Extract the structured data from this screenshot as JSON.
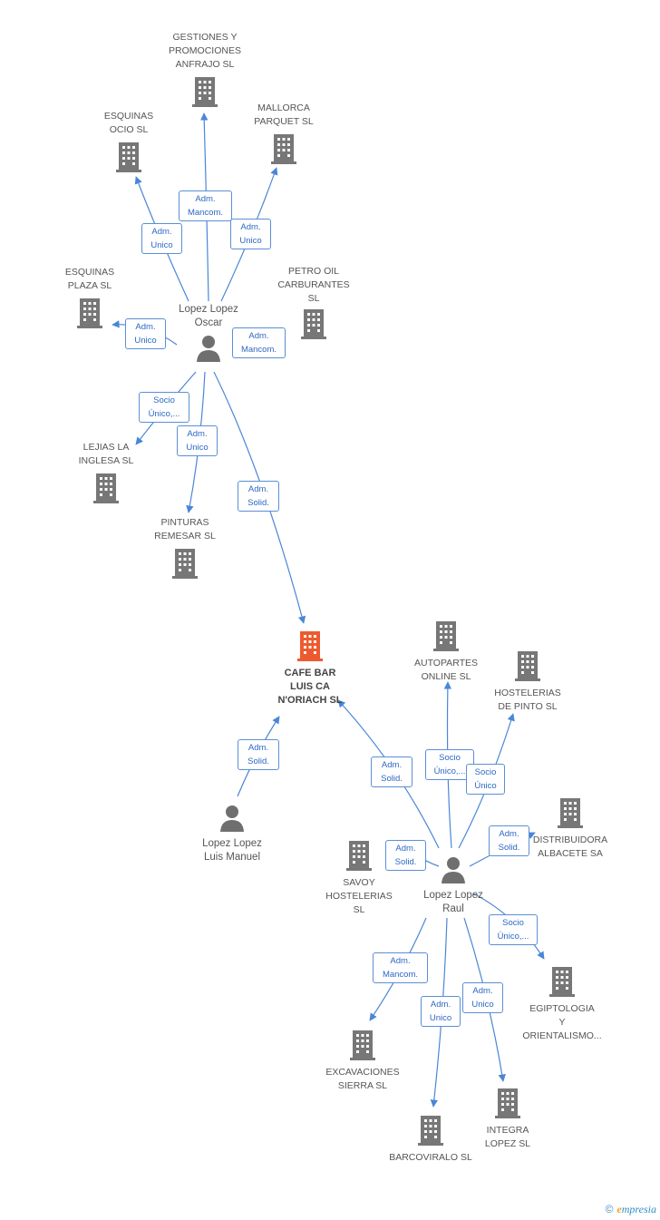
{
  "colors": {
    "edge": "#4a86d8",
    "company_icon": "#777777",
    "main_icon": "#ee5a2f",
    "person_icon": "#6f6f6f",
    "badge_border": "#5b8fd6",
    "badge_text": "#2d68c4"
  },
  "nodes": {
    "gestiones": {
      "lines": [
        "GESTIONES Y",
        "PROMOCIONES",
        "ANFRAJO SL"
      ]
    },
    "esquinas_ocio": {
      "lines": [
        "ESQUINAS",
        "OCIO SL"
      ]
    },
    "mallorca": {
      "lines": [
        "MALLORCA",
        "PARQUET SL"
      ]
    },
    "esquinas_plaza": {
      "lines": [
        "ESQUINAS",
        "PLAZA SL"
      ]
    },
    "petro": {
      "lines": [
        "PETRO OIL",
        "CARBURANTES",
        "SL"
      ]
    },
    "lopez_oscar": {
      "lines": [
        "Lopez Lopez",
        "Oscar"
      ]
    },
    "lejias": {
      "lines": [
        "LEJIAS LA",
        "INGLESA  SL"
      ]
    },
    "pinturas": {
      "lines": [
        "PINTURAS",
        "REMESAR SL"
      ]
    },
    "cafe_bar": {
      "lines": [
        "CAFE BAR",
        "LUIS CA",
        "N'ORIACH SL"
      ]
    },
    "autopartes": {
      "lines": [
        "AUTOPARTES",
        "ONLINE  SL"
      ]
    },
    "hostelerias_pinto": {
      "lines": [
        "HOSTELERIAS",
        "DE PINTO SL"
      ]
    },
    "lopez_luis": {
      "lines": [
        "Lopez Lopez",
        "Luis Manuel"
      ]
    },
    "distribuidora": {
      "lines": [
        "DISTRIBUIDORA",
        "ALBACETE SA"
      ]
    },
    "savoy": {
      "lines": [
        "SAVOY",
        "HOSTELERIAS",
        "SL"
      ]
    },
    "lopez_raul": {
      "lines": [
        "Lopez Lopez",
        "Raul"
      ]
    },
    "egiptologia": {
      "lines": [
        "EGIPTOLOGIA",
        "Y",
        "ORIENTALISMO..."
      ]
    },
    "excavaciones": {
      "lines": [
        "EXCAVACIONES",
        "SIERRA SL"
      ]
    },
    "integra": {
      "lines": [
        "INTEGRA",
        "LOPEZ SL"
      ]
    },
    "barcoviralo": {
      "lines": [
        "BARCOVIRALO SL"
      ]
    }
  },
  "relations": [
    {
      "id": "r1",
      "lines": [
        "Adm.",
        "Mancom."
      ]
    },
    {
      "id": "r2",
      "lines": [
        "Adm.",
        "Unico"
      ]
    },
    {
      "id": "r3",
      "lines": [
        "Adm.",
        "Unico"
      ]
    },
    {
      "id": "r4",
      "lines": [
        "Adm.",
        "Unico"
      ]
    },
    {
      "id": "r5",
      "lines": [
        "Adm.",
        "Mancom."
      ]
    },
    {
      "id": "r6",
      "lines": [
        "Socio",
        "Único,..."
      ]
    },
    {
      "id": "r7",
      "lines": [
        "Adm.",
        "Unico"
      ]
    },
    {
      "id": "r8",
      "lines": [
        "Adm.",
        "Solid."
      ]
    },
    {
      "id": "r9",
      "lines": [
        "Adm.",
        "Solid."
      ]
    },
    {
      "id": "r10",
      "lines": [
        "Adm.",
        "Solid."
      ]
    },
    {
      "id": "r11",
      "lines": [
        "Socio",
        "Único,..."
      ]
    },
    {
      "id": "r12",
      "lines": [
        "Socio",
        "Único"
      ]
    },
    {
      "id": "r13",
      "lines": [
        "Adm.",
        "Solid."
      ]
    },
    {
      "id": "r14",
      "lines": [
        "Adm.",
        "Solid."
      ]
    },
    {
      "id": "r15",
      "lines": [
        "Socio",
        "Único,..."
      ]
    },
    {
      "id": "r16",
      "lines": [
        "Adm.",
        "Mancom."
      ]
    },
    {
      "id": "r17",
      "lines": [
        "Adm.",
        "Unico"
      ]
    },
    {
      "id": "r18",
      "lines": [
        "Adm.",
        "Unico"
      ]
    }
  ],
  "footer": {
    "copyright": "©",
    "brand_initial": "e",
    "brand_rest": "mpresia"
  }
}
